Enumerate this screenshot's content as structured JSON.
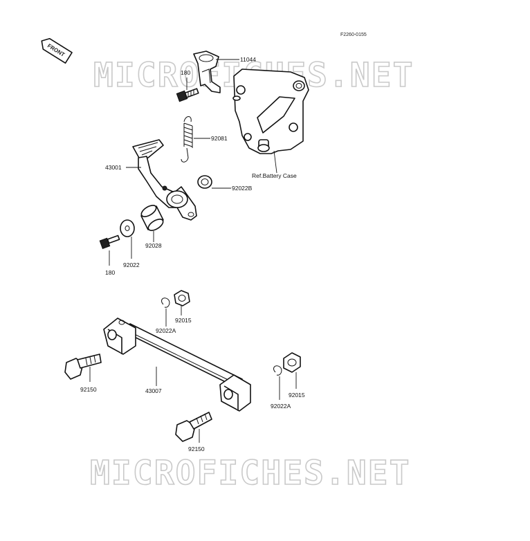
{
  "diagram_code": "F2260-0155",
  "front_arrow_label": "FRONT",
  "watermark_text": "MICROFICHES.NET",
  "callouts": {
    "c11044": "11044",
    "c180_top": "180",
    "c92081": "92081",
    "c43001": "43001",
    "c92022b": "92022B",
    "ref_battery": "Ref.Battery Case",
    "c92028": "92028",
    "c92022": "92022",
    "c180_bottom": "180",
    "c92015_top": "92015",
    "c92022a_top": "92022A",
    "c92150_left": "92150",
    "c43007": "43007",
    "c92015_right": "92015",
    "c92022a_right": "92022A",
    "c92150_bottom": "92150"
  }
}
